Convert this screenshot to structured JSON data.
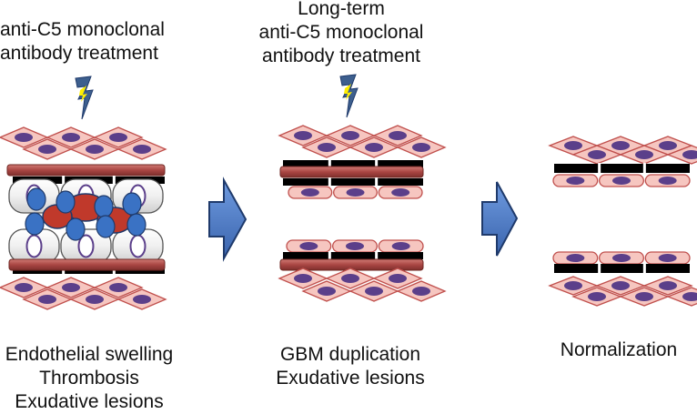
{
  "panels": [
    {
      "treatment_lines": [
        "anti-C5 monoclonal",
        "antibody treatment"
      ],
      "caption_lines": [
        "Endothelial swelling",
        "Thrombosis",
        "Exudative lesions"
      ]
    },
    {
      "treatment_lines": [
        "Long-term",
        "anti-C5 monoclonal",
        "antibody treatment"
      ],
      "caption_lines": [
        "GBM duplication",
        "Exudative lesions"
      ]
    },
    {
      "treatment_lines": [],
      "caption_lines": [
        "Normalization"
      ]
    }
  ],
  "icons": {
    "treatment": "lightning-icon",
    "transition": "arrow-right-icon"
  },
  "colors": {
    "cell_fill": "#f6c6c0",
    "cell_stroke": "#c0504d",
    "nucleus": "#5b3f8a",
    "gbm": "#a94643",
    "basement_black": "#000000",
    "swollen_cell": "#e8e8e8",
    "thrombus_red": "#c0392b",
    "platelet_blue": "#3a72c4",
    "arrow_blue": "#4a7cc8",
    "arrow_dark": "#1f3a6b",
    "bolt_fill": "#3d5f8e",
    "bolt_spark": "#ffee00"
  }
}
